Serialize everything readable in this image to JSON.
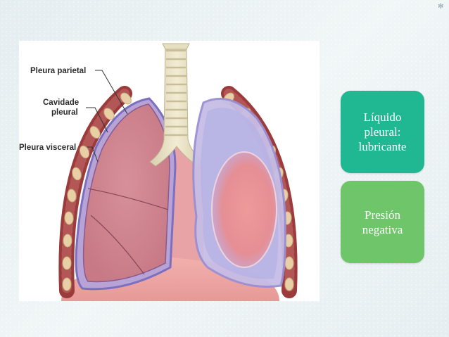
{
  "figure": {
    "labels": {
      "parietal_pleura": "Pleura parietal",
      "pleural_cavity_line1": "Cavidade",
      "pleural_cavity_line2": "pleural",
      "visceral_pleura": "Pleura visceral"
    }
  },
  "cards": [
    {
      "text": "Líquido\npleural:\nlubricante",
      "color": "#1fb893"
    },
    {
      "text": "Presión\nnegativa",
      "color": "#6fc56a"
    }
  ]
}
